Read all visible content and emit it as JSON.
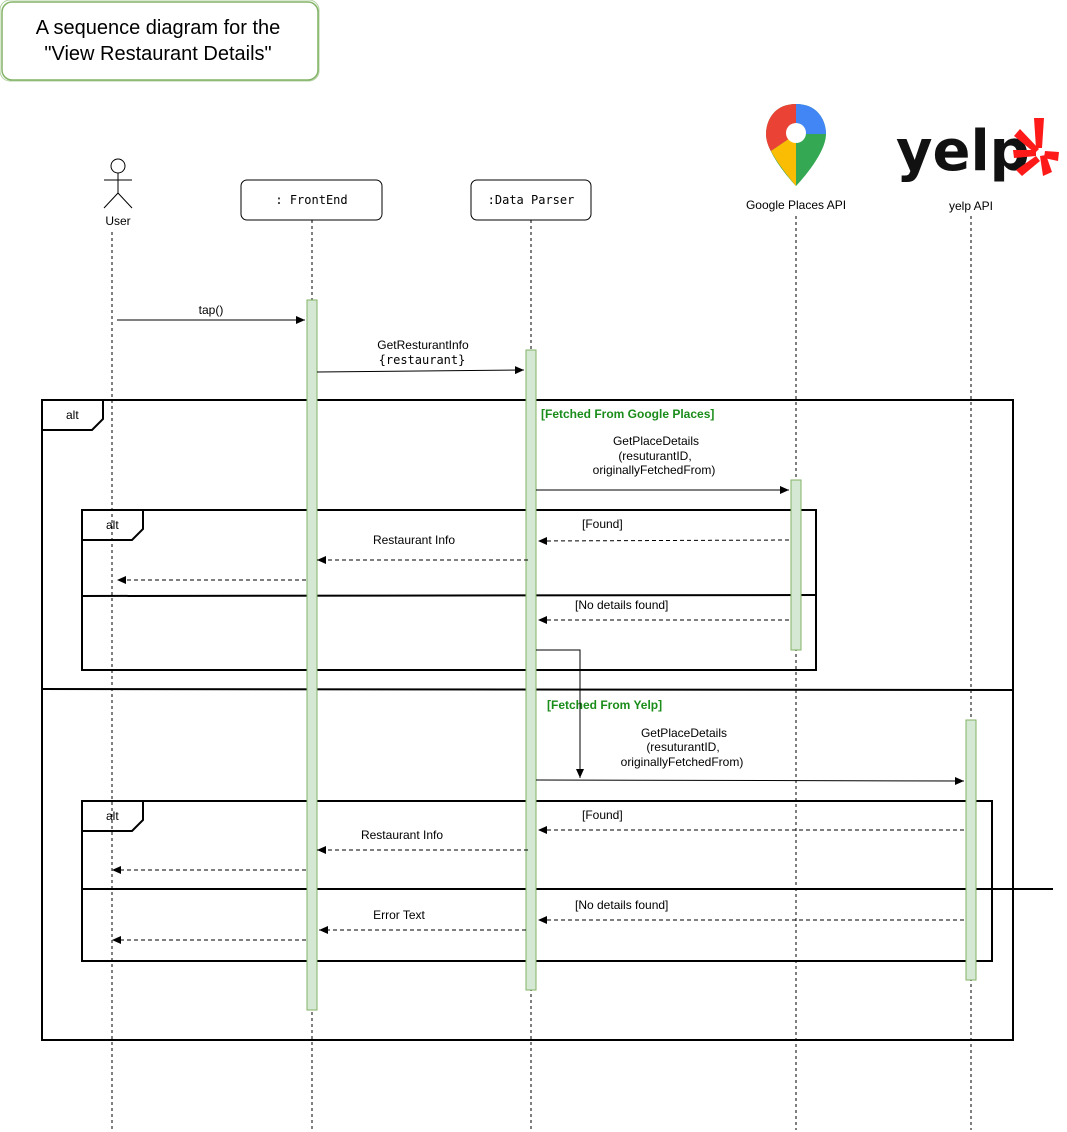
{
  "title": {
    "line1": "A sequence diagram for the",
    "line2": "\"View Restaurant Details\""
  },
  "participants": {
    "user": "User",
    "frontend": ": FrontEnd",
    "parser": ":Data Parser",
    "google": "Google Places API",
    "yelp": "yelp API"
  },
  "logos": {
    "google_icon": "google-maps-pin",
    "yelp_word": "yelp",
    "yelp_burst": "yelp-burst",
    "google_colors": [
      "#ea4335",
      "#fbbc04",
      "#34a853",
      "#4285f4"
    ],
    "yelp_color": "#ff1a1a"
  },
  "messages": {
    "tap": "tap()",
    "get_info_1": "GetResturantInfo",
    "get_info_2": "{restaurant}",
    "gpd1_1": "GetPlaceDetails",
    "gpd1_2": "(resuturantID,",
    "gpd1_3": "originallyFetchedFrom)",
    "gpd2_1": "GetPlaceDetails",
    "gpd2_2": "(resuturantID,",
    "gpd2_3": "originallyFetchedFrom)",
    "restaurant_info_1": "Restaurant Info",
    "restaurant_info_2": "Restaurant Info",
    "error_text": "Error Text"
  },
  "fragments": {
    "outer_label": "alt",
    "inner1_label": "alt",
    "inner2_label": "alt",
    "guard_google": "[Fetched From Google Places]",
    "guard_yelp": "[Fetched From Yelp]",
    "found_1": "[Found]",
    "not_found_1": "[No details found]",
    "found_2": "[Found]",
    "not_found_2": "[No details found]"
  },
  "colors": {
    "activation_fill": "#d5e8d4",
    "activation_stroke": "#82b366",
    "guard_text": "#1a8c1a",
    "title_border": "#82b366"
  }
}
